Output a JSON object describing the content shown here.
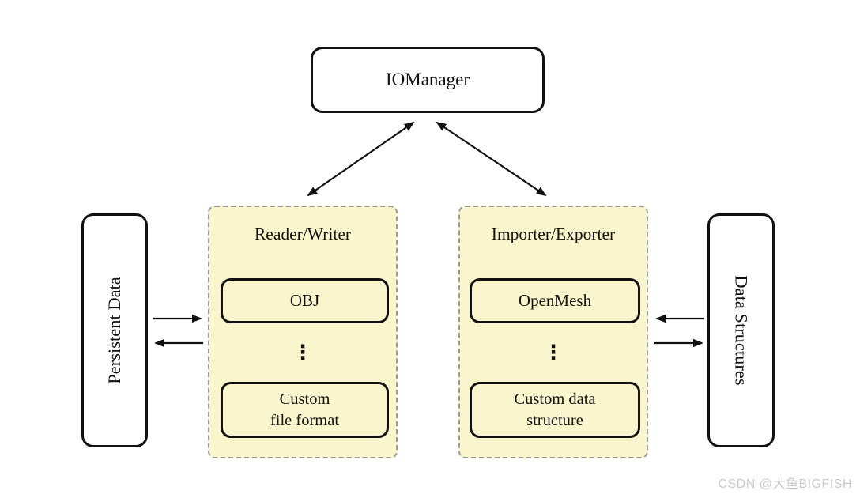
{
  "colors": {
    "panel_fill": "#FAF5CC",
    "panel_border": "#9a9a9a",
    "box_border": "#111111",
    "arrow": "#111111",
    "watermark_text": "#c9c9c9"
  },
  "iomanager": {
    "label": "IOManager"
  },
  "reader_writer_panel": {
    "title": "Reader/Writer",
    "items": [
      {
        "label": "OBJ"
      },
      {
        "label": "Custom\nfile format"
      }
    ],
    "ellipsis": "⋮"
  },
  "importer_exporter_panel": {
    "title": "Importer/Exporter",
    "items": [
      {
        "label": "OpenMesh"
      },
      {
        "label": "Custom data\nstructure"
      }
    ],
    "ellipsis": "⋮"
  },
  "persistent_data": {
    "label": "Persistent Data"
  },
  "data_structures": {
    "label": "Data Structures"
  },
  "watermark": {
    "text": "CSDN @大鱼BIGFISH"
  }
}
